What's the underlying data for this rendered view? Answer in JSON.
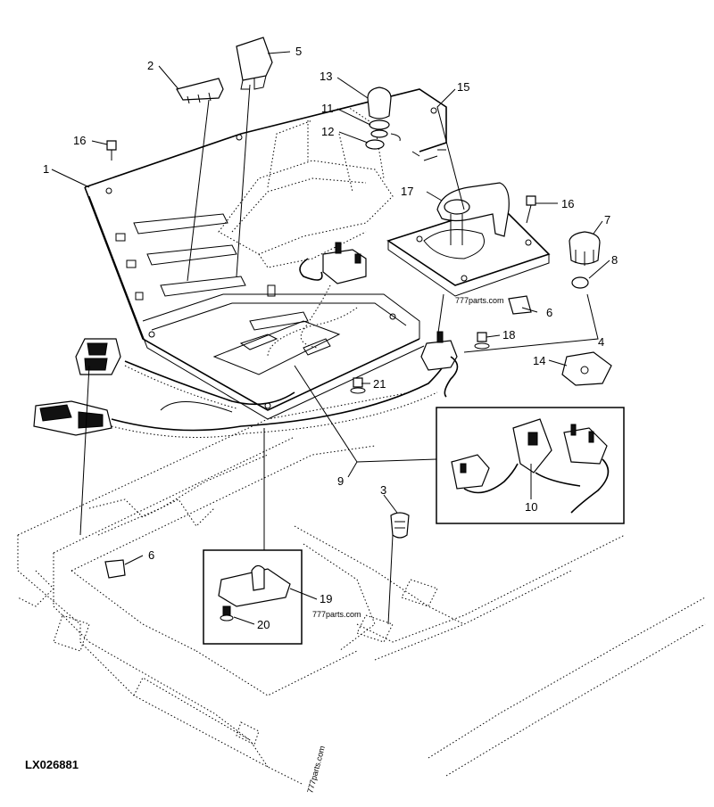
{
  "diagram": {
    "reference_code": "LX026881",
    "watermarks": [
      "777parts.com",
      "777parts.com",
      "777parts.com"
    ],
    "callouts": [
      "1",
      "2",
      "3",
      "4",
      "5",
      "6",
      "6",
      "7",
      "8",
      "9",
      "10",
      "11",
      "12",
      "13",
      "14",
      "15",
      "16",
      "16",
      "17",
      "18",
      "19",
      "20",
      "21"
    ]
  }
}
